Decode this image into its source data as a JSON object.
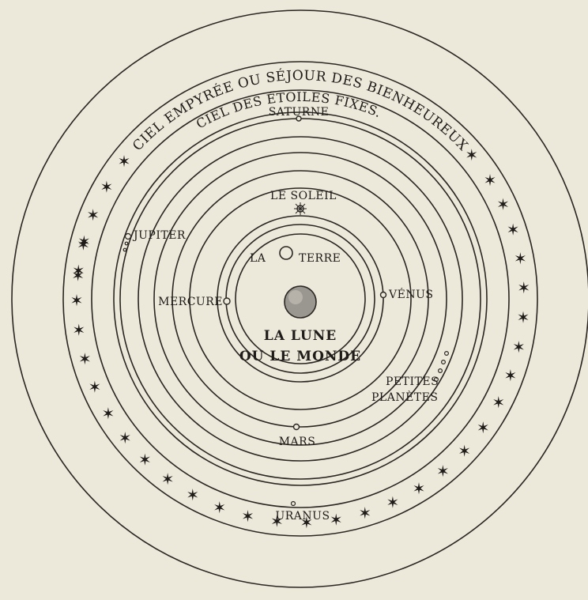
{
  "diagram": {
    "outer_band_label": "CIEL EMPYRÉE OU SÉJOUR DES BIENHEUREUX",
    "fixed_stars_label": "CIEL DES ÉTOILES FIXES.",
    "center_label_line1": "LA LUNE",
    "center_label_line2": "OU LE MONDE",
    "bodies": [
      {
        "id": "la-terre",
        "label_left": "LA",
        "label_right": "TERRE"
      },
      {
        "id": "mercure",
        "label": "MERCURE"
      },
      {
        "id": "venus",
        "label": "VÉNUS"
      },
      {
        "id": "le-soleil",
        "label": "LE SOLEIL"
      },
      {
        "id": "mars",
        "label": "MARS"
      },
      {
        "id": "petites-planetes",
        "label_line1": "PETITES",
        "label_line2": "PLANÈTES"
      },
      {
        "id": "jupiter",
        "label": "JUPITER"
      },
      {
        "id": "saturne",
        "label": "SATURNE"
      },
      {
        "id": "uranus",
        "label": "URANUS"
      }
    ],
    "star_glyph": "✶",
    "colors": {
      "paper": "#ece8da",
      "ink": "#1e1b18",
      "moon_fill": "#9a9690"
    }
  }
}
